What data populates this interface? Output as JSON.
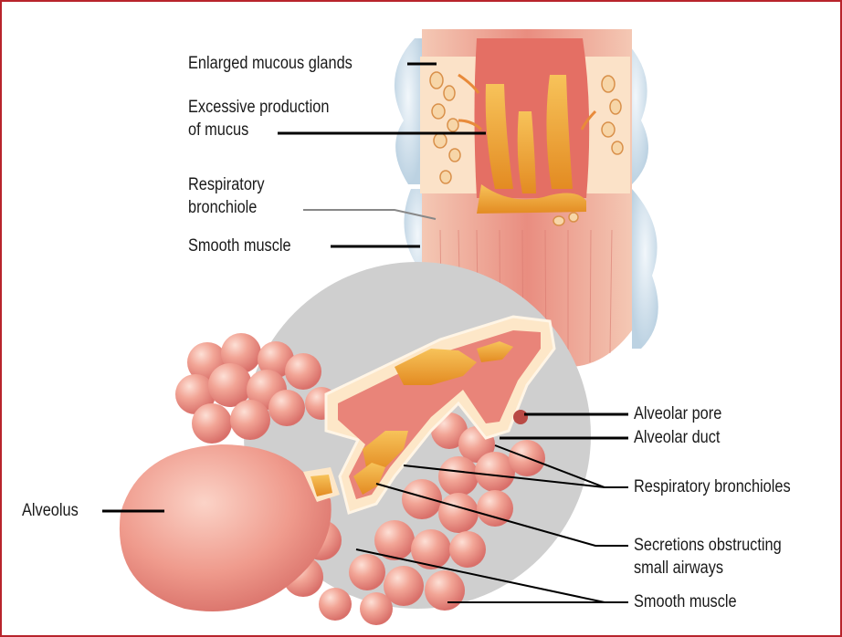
{
  "figure": {
    "frame_color": "#b8242c",
    "labels": {
      "enlarged_mucous_glands": "Enlarged mucous glands",
      "excessive_production_line1": "Excessive production",
      "excessive_production_line2": "of mucus",
      "respiratory_bronchiole_line1": "Respiratory",
      "respiratory_bronchiole_line2": "bronchiole",
      "smooth_muscle_top": "Smooth muscle",
      "alveolar_pore": "Alveolar pore",
      "alveolar_duct": "Alveolar duct",
      "respiratory_bronchioles": "Respiratory bronchioles",
      "secretions_line1": "Secretions obstructing",
      "secretions_line2": "small airways",
      "smooth_muscle_bottom": "Smooth muscle",
      "alveolus": "Alveolus"
    },
    "colors": {
      "tissue": "#e8807a",
      "tissue_light": "#f3b3a6",
      "mucus": "#f0a830",
      "membrane": "#fde7c8",
      "cartilage": "#cfe0ec",
      "magnifier": "#cfcfcf"
    }
  }
}
